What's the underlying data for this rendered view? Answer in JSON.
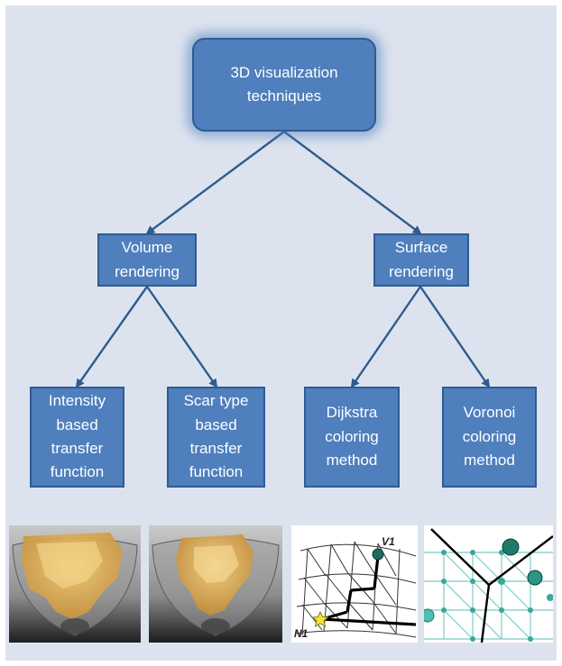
{
  "root": {
    "label": "3D visualization\ntechniques"
  },
  "level1": [
    {
      "label": "Volume\nrendering"
    },
    {
      "label": "Surface\nrendering"
    }
  ],
  "level2": [
    {
      "label": "Intensity\nbased\ntransfer\nfunction"
    },
    {
      "label": "Scar type\nbased\ntransfer\nfunction"
    },
    {
      "label": "Dijkstra\ncoloring\nmethod"
    },
    {
      "label": "Voronoi\ncoloring\nmethod"
    }
  ],
  "thumbnails": {
    "dijkstra": {
      "label_v1": "V1",
      "label_n1": "N1"
    }
  },
  "colors": {
    "node_fill": "#4f7fbd",
    "node_border": "#2f5b91",
    "arrow": "#2f5b91",
    "background": "#dde3ee"
  }
}
